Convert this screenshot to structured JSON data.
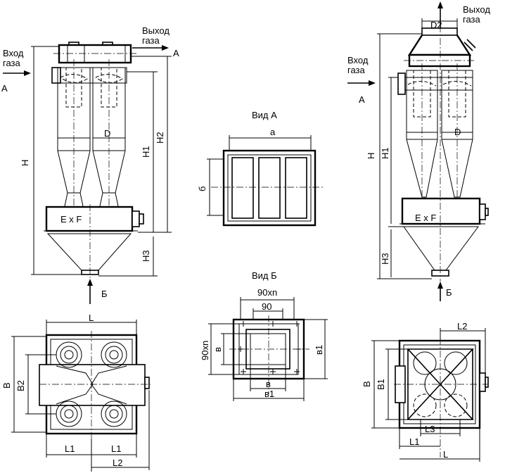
{
  "left_view": {
    "inlet": "Вход\nгаза",
    "outlet": "Выход\nгаза",
    "arrow_a_in": "А",
    "arrow_a_out": "А",
    "dim_H": "Н",
    "dim_H1": "Н1",
    "dim_H2": "Н2",
    "dim_H3": "Н3",
    "dim_D": "D",
    "flange": "E x F",
    "bottom_arrow": "Б"
  },
  "view_a": {
    "title": "Вид А",
    "dim_a": "а",
    "dim_b": "б"
  },
  "view_b": {
    "title": "Вид Б",
    "dim_90xn_top": "90хn",
    "dim_90_top": "90",
    "dim_90xn_left": "90хn",
    "dim_v_left": "в",
    "dim_v1_right": "в1",
    "dim_v_bottom": "в",
    "dim_v1_bottom": "в1"
  },
  "right_view": {
    "outlet": "Выход\nгаза",
    "inlet": "Вход\nгаза",
    "arrow_a": "А",
    "dim_D2": "D2",
    "dim_H": "Н",
    "dim_H1": "Н1",
    "dim_H3": "Н3",
    "dim_D": "D",
    "flange": "E x F",
    "bottom_arrow": "Б"
  },
  "plan_left": {
    "dim_L": "L",
    "dim_B": "В",
    "dim_B2": "В2",
    "dim_L1_a": "L1",
    "dim_L1_b": "L1",
    "dim_L2": "L2"
  },
  "plan_right": {
    "dim_L2": "L2",
    "dim_B": "В",
    "dim_B1": "В1",
    "dim_L3": "L3",
    "dim_L1": "L1",
    "dim_L": "L"
  }
}
